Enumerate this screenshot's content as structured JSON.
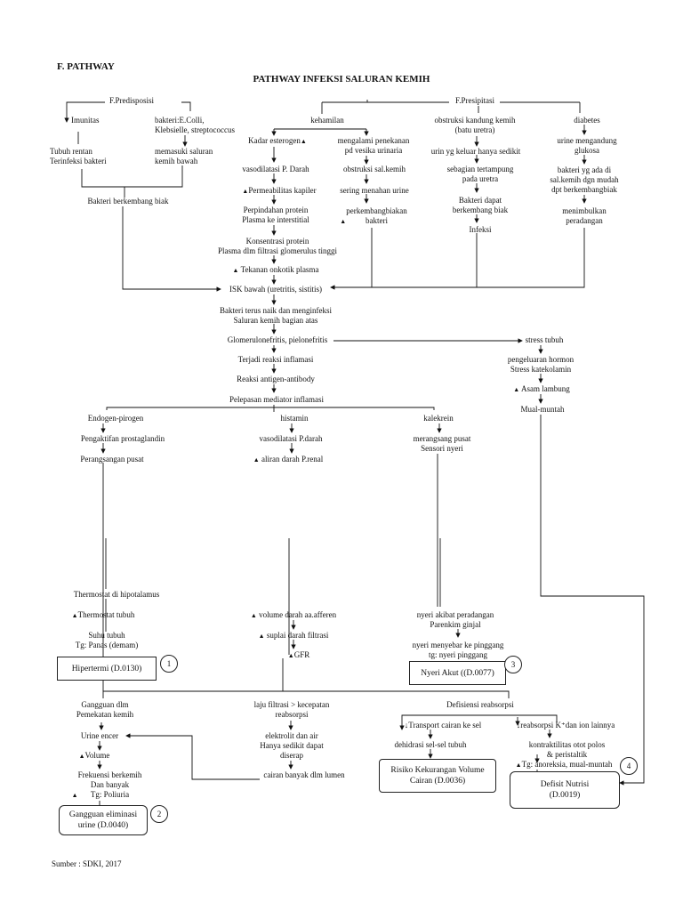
{
  "header": {
    "section": "F. PATHWAY",
    "title": "PATHWAY INFEKSI SALURAN KEMIH"
  },
  "left": {
    "predisposisi": "F.Predisposisi",
    "imunitas": "Imunitas",
    "bakteri": "bakteri:E.Colli,\nKlebsielle, streptococcus",
    "tubuh_rentan": "Tubuh rentan\nTerinfeksi bakteri",
    "memasuki": "memasuki saluran\nkemih bawah",
    "berkembang": "Bakteri berkembang biak"
  },
  "presipitasi": {
    "label": "F.Presipitasi",
    "kehamilan": "kehamilan",
    "kadar": "Kadar esterogen",
    "vaso": "vasodilatasi P. Darah",
    "permea": "Permeabilitas kapiler",
    "protein": "Perpindahan protein\nPlasma ke interstitial",
    "konsentrasi": "Konsentrasi protein\nPlasma dlm filtrasi glomerulus tinggi",
    "tekanan": "Tekanan onkotik plasma",
    "penekanan": "mengalami penekanan\npd vesika urinaria",
    "obstruksi_sal": "obstruksi sal.kemih",
    "sering": "sering menahan urine",
    "perkembangbiakan": "perkembangbiakan\nbakteri",
    "obstruksi_kandung": "obstruksi kandung kemih\n(batu uretra)",
    "urin_sedikit": "urin yg keluar hanya sedikit",
    "sebagian": "sebagian tertampung\npada uretra",
    "bakteri_dapat": "Bakteri dapat\nberkembang biak",
    "infeksi": "Infeksi",
    "diabetes": "diabetes",
    "urine_glukosa": "urine mengandung\nglukosa",
    "bakteri_yg": "bakteri yg ada di\nsal.kemih dgn mudah\ndpt berkembangbiak",
    "menimbulkan": "menimbulkan\nperadangan"
  },
  "center": {
    "isk": "ISK bawah (uretritis, sistitis)",
    "naik": "Bakteri terus naik dan menginfeksi\nSaluran kemih bagian atas",
    "glomerulo": "Glomerulonefritis, pielonefritis",
    "inflamasi": "Terjadi reaksi inflamasi",
    "antigen": "Reaksi antigen-antibody",
    "mediator": "Pelepasan mediator inflamasi"
  },
  "stress": {
    "stress": "stress tubuh",
    "hormon": "pengeluaran hormon\nStress katekolamin",
    "asam": "Asam lambung",
    "mual": "Mual-muntah"
  },
  "branches": {
    "endogen": "Endogen-pirogen",
    "prostaglandin": "Pengaktifan prostaglandin",
    "perangsangan": "Perangsangan pusat",
    "histamin": "histamin",
    "vaso_darah": "vasodilatasi P.darah",
    "aliran": "aliran darah P.renal",
    "kalekrein": "kalekrein",
    "merangsang": "merangsang pusat\nSensori nyeri",
    "thermostat_hipo": "Thermostat di hipotalamus",
    "thermostat": "Thermostat tubuh",
    "suhu": "Suhu tubuh\nTg: Panas (demam)",
    "volume_darah": "volume darah aa.afferen",
    "suplai": "suplai darah filtrasi",
    "gfr": "GFR",
    "nyeri_akibat": "nyeri akibat peradangan\nParenkim ginjal",
    "nyeri_menyebar": "nyeri menyebar ke pinggang\ntg: nyeri pinggang"
  },
  "bottom": {
    "gangguan": "Gangguan dlm\nPemekatan kemih",
    "urine_encer": "Urine encer",
    "volume": "Volume",
    "frekuensi": "Frekuensi berkemih\nDan banyak\nTg: Poliuria",
    "laju": "laju filtrasi > kecepatan\nreabsorpsi",
    "elektrolit": "elektrolit dan air\nHanya sedikit dapat\ndiserap",
    "cairan": "cairan banyak dlm lumen",
    "defisiensi": "Defisiensi reabsorpsi",
    "transport": "Transport cairan ke sel",
    "dehidrasi": "dehidrasi sel-sel tubuh",
    "reabsorpsi_k": "reabsorpsi K⁺dan ion lainnya",
    "kontraktilitas": "kontraktilitas otot polos\n& peristaltik\nTg: anoreksia, mual-muntah"
  },
  "diagnoses": {
    "d1": "Hipertermi (D.0130)",
    "d2": "Gangguan eliminasi\nurine (D.0040)",
    "d3": "Nyeri  Akut ((D.0077)",
    "d4": "Risiko Kekurangan Volume\nCairan (D.0036)",
    "d5": "Defisit Nutrisi\n(D.0019)",
    "n1": "1",
    "n2": "2",
    "n3": "3",
    "n4": "4"
  },
  "footer": {
    "source": "Sumber : SDKI, 2017"
  },
  "glyphs": {
    "up": "▲",
    "down": "↓"
  }
}
